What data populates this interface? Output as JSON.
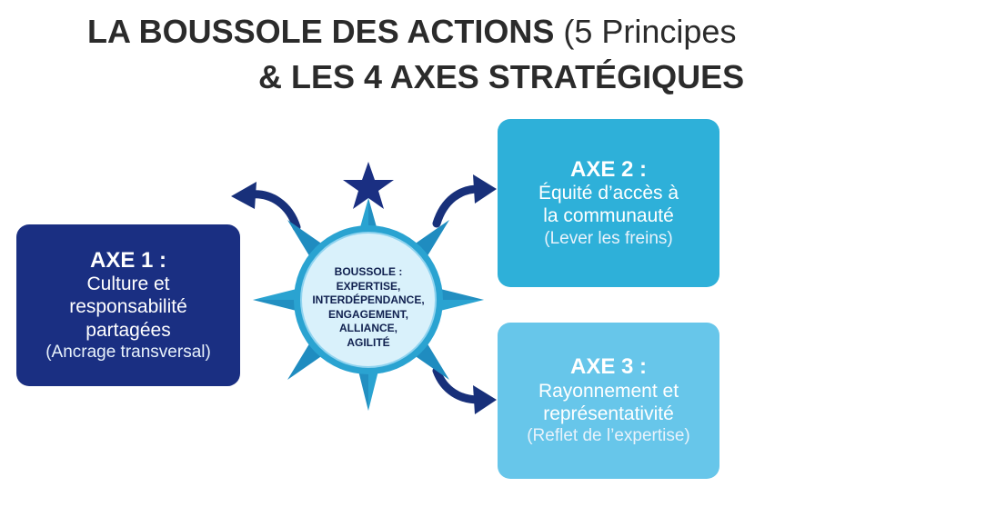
{
  "title": {
    "line1_bold": "LA BOUSSOLE DES ACTIONS",
    "line1_light": " (5 Principes",
    "line2": "& LES 4 AXES STRATÉGIQUES"
  },
  "compass": {
    "lines": [
      "BOUSSOLE :",
      "EXPERTISE,",
      "INTERDÉPENDANCE,",
      "ENGAGEMENT,",
      "ALLIANCE,",
      "AGILITÉ"
    ]
  },
  "axes": [
    {
      "heading": "AXE 1 :",
      "body": [
        "Culture et",
        "responsabilité",
        "partagées"
      ],
      "sub": "(Ancrage transversal)",
      "color": "#1a2f82"
    },
    {
      "heading": "AXE 2 :",
      "body": [
        "Équité d’accès à",
        "la communauté"
      ],
      "sub": "(Lever les freins)",
      "color": "#2eb0d9"
    },
    {
      "heading": "AXE 3 :",
      "body": [
        "Rayonnement et",
        "représentativité"
      ],
      "sub": "(Reflet de l’expertise)",
      "color": "#67c6ea"
    }
  ],
  "colors": {
    "navy": "#1a2f82",
    "arrow": "#18307a",
    "compass_outer": "#2aa3d1",
    "compass_inner": "#d9f1fb",
    "star": "#1a2f82"
  }
}
